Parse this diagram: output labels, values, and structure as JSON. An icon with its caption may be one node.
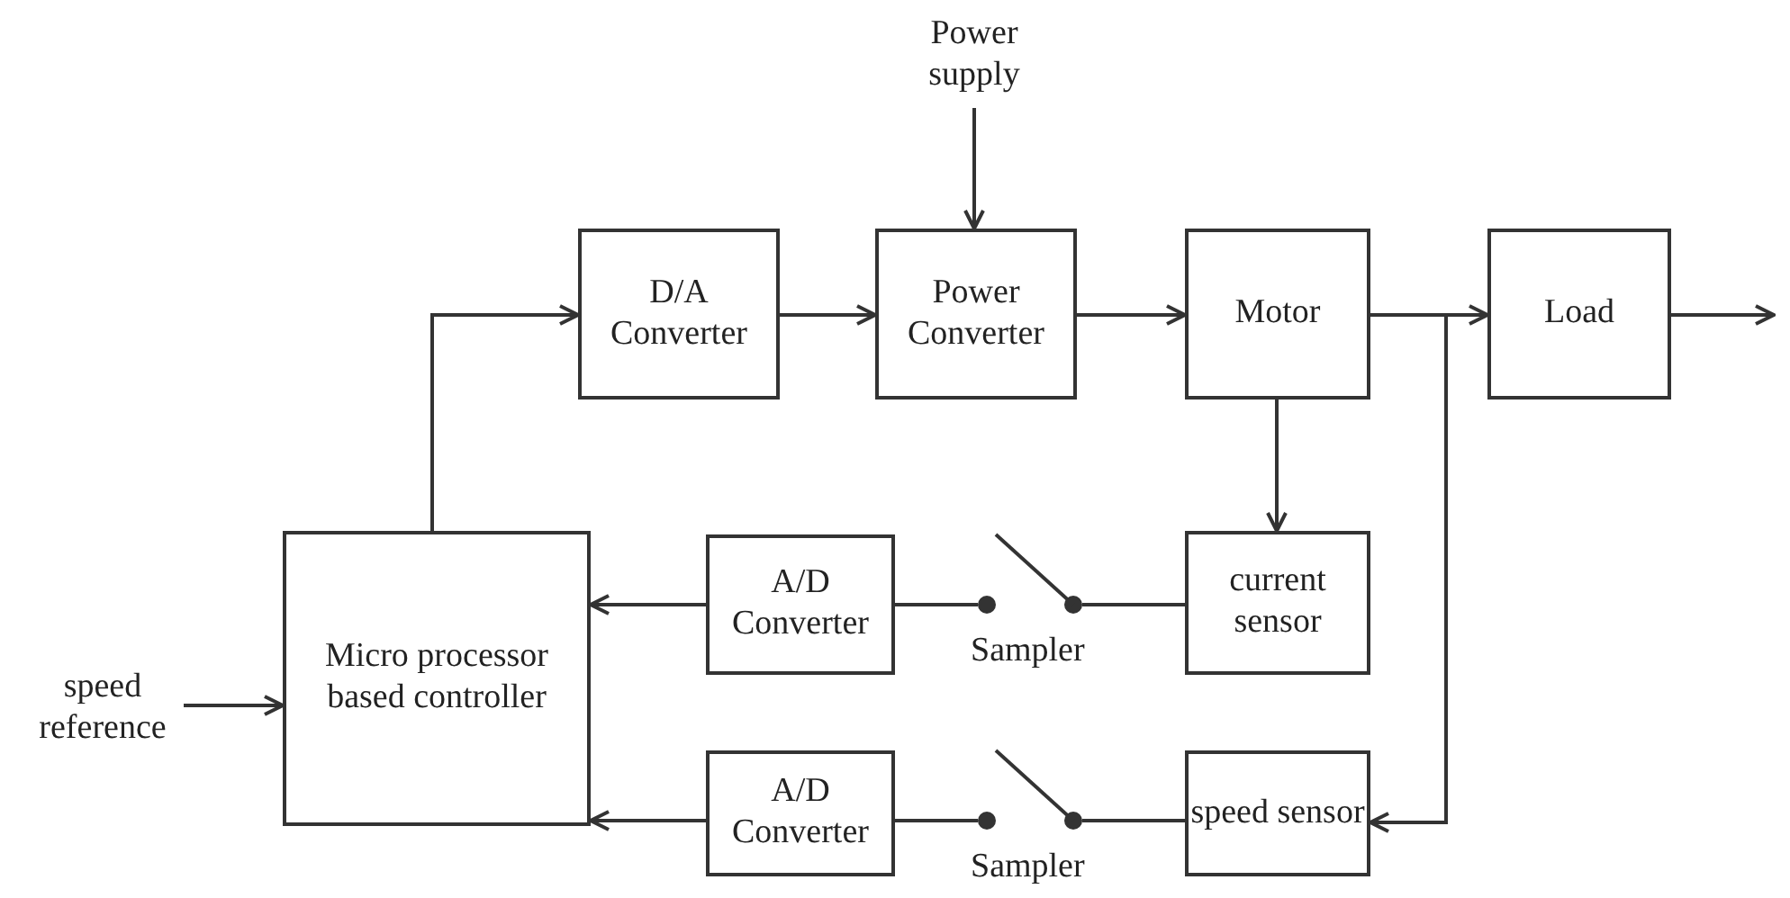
{
  "diagram": {
    "nodes": [
      {
        "text": [
          "D/A Converter"
        ]
      },
      {
        "text": [
          "Power Converter"
        ]
      },
      {
        "text": [
          "Motor"
        ]
      },
      {
        "text": [
          "Load"
        ]
      },
      {
        "text": [
          "Micro processor based controller"
        ]
      },
      {
        "text": [
          "A/D Converter"
        ]
      },
      {
        "text": [
          "current sensor"
        ]
      },
      {
        "text": [
          "A/D Converter"
        ]
      },
      {
        "text": [
          "speed sensor"
        ]
      },
      {
        "text": [],
        "shape": "switch",
        "beside": [
          "Sampler"
        ]
      },
      {
        "text": [],
        "shape": "switch",
        "beside": [
          "Sampler"
        ]
      },
      {
        "text": [
          "Power supply"
        ]
      },
      {
        "text": [
          "speed reference"
        ]
      }
    ],
    "edges": [
      {
        "from": 4,
        "to": 0,
        "arrow": "to"
      },
      {
        "from": 0,
        "to": 1,
        "arrow": "to"
      },
      {
        "from": 11,
        "to": 1,
        "arrow": "to"
      },
      {
        "from": 1,
        "to": 2,
        "arrow": "to"
      },
      {
        "from": 2,
        "to": 3,
        "arrow": "to"
      },
      {
        "from": 3,
        "to": null,
        "arrow": "to"
      },
      {
        "from": 2,
        "to": 6,
        "arrow": "to"
      },
      {
        "from": 2,
        "to": 8,
        "arrow": "to"
      },
      {
        "from": 6,
        "to": 9,
        "arrow": "none"
      },
      {
        "from": 9,
        "to": 5,
        "arrow": "none"
      },
      {
        "from": 5,
        "to": 4,
        "arrow": "to"
      },
      {
        "from": 8,
        "to": 10,
        "arrow": "none"
      },
      {
        "from": 10,
        "to": 7,
        "arrow": "none"
      },
      {
        "from": 7,
        "to": 4,
        "arrow": "to"
      },
      {
        "from": 12,
        "to": 4,
        "arrow": "to"
      }
    ]
  }
}
